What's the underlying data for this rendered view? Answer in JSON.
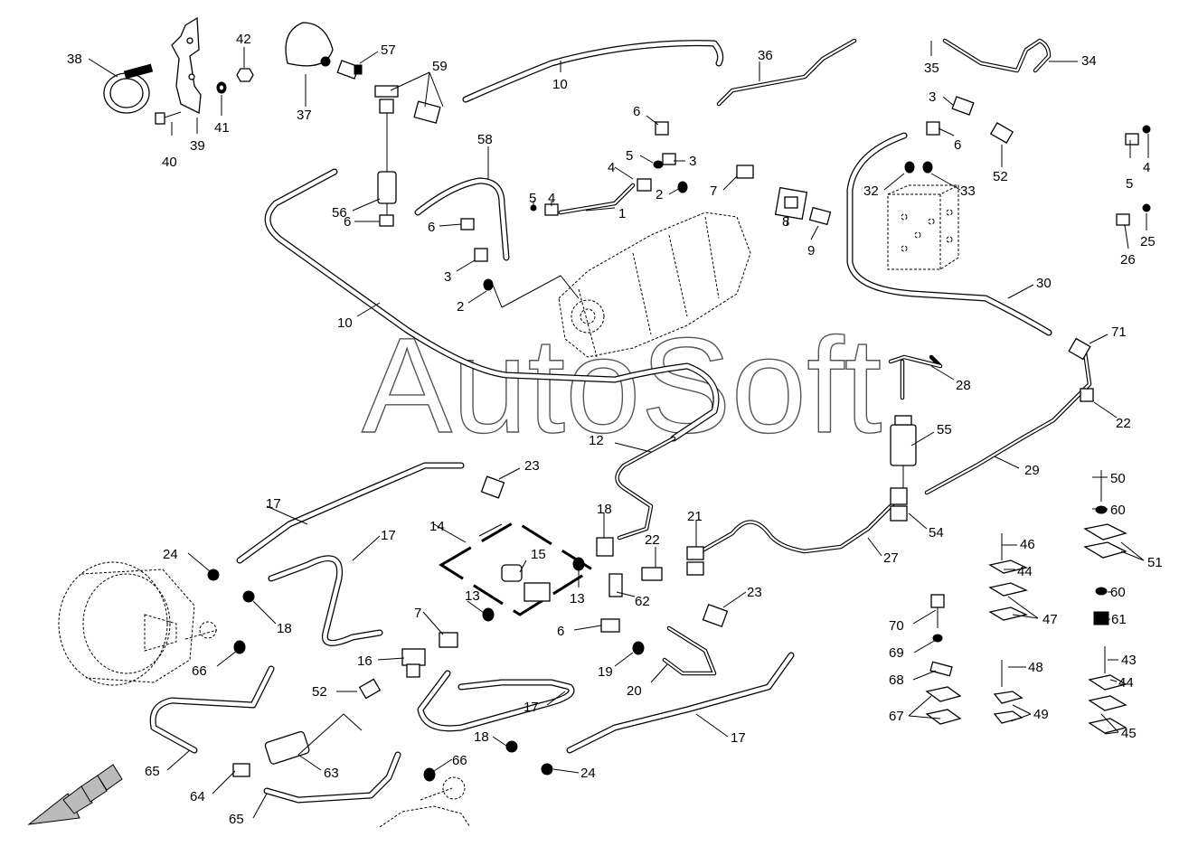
{
  "diagram": {
    "watermark": "AutoSoft",
    "callouts": [
      {
        "id": "c38",
        "text": "38"
      },
      {
        "id": "c42",
        "text": "42"
      },
      {
        "id": "c39",
        "text": "39"
      },
      {
        "id": "c41",
        "text": "41"
      },
      {
        "id": "c40",
        "text": "40"
      },
      {
        "id": "c57",
        "text": "57"
      },
      {
        "id": "c59",
        "text": "59"
      },
      {
        "id": "c37",
        "text": "37"
      },
      {
        "id": "c10a",
        "text": "10"
      },
      {
        "id": "c36",
        "text": "36"
      },
      {
        "id": "c35",
        "text": "35"
      },
      {
        "id": "c34",
        "text": "34"
      },
      {
        "id": "c3a",
        "text": "3"
      },
      {
        "id": "c6a",
        "text": "6"
      },
      {
        "id": "c52a",
        "text": "52"
      },
      {
        "id": "c5a",
        "text": "5"
      },
      {
        "id": "c4a",
        "text": "4"
      },
      {
        "id": "c6b",
        "text": "6"
      },
      {
        "id": "c5b",
        "text": "5"
      },
      {
        "id": "c3b",
        "text": "3"
      },
      {
        "id": "c4b",
        "text": "4"
      },
      {
        "id": "c2a",
        "text": "2"
      },
      {
        "id": "c7a",
        "text": "7"
      },
      {
        "id": "c32",
        "text": "32"
      },
      {
        "id": "c33",
        "text": "33"
      },
      {
        "id": "c58",
        "text": "58"
      },
      {
        "id": "c56",
        "text": "56"
      },
      {
        "id": "c5c",
        "text": "5"
      },
      {
        "id": "c4c",
        "text": "4"
      },
      {
        "id": "c1",
        "text": "1"
      },
      {
        "id": "c8",
        "text": "8"
      },
      {
        "id": "c9",
        "text": "9"
      },
      {
        "id": "c6c",
        "text": "6"
      },
      {
        "id": "c6d",
        "text": "6"
      },
      {
        "id": "c3c",
        "text": "3"
      },
      {
        "id": "c2b",
        "text": "2"
      },
      {
        "id": "c26",
        "text": "26"
      },
      {
        "id": "c25",
        "text": "25"
      },
      {
        "id": "c10b",
        "text": "10"
      },
      {
        "id": "c30",
        "text": "30"
      },
      {
        "id": "c71",
        "text": "71"
      },
      {
        "id": "c28",
        "text": "28"
      },
      {
        "id": "c22a",
        "text": "22"
      },
      {
        "id": "c55",
        "text": "55"
      },
      {
        "id": "c12",
        "text": "12"
      },
      {
        "id": "c29",
        "text": "29"
      },
      {
        "id": "c23a",
        "text": "23"
      },
      {
        "id": "c17a",
        "text": "17"
      },
      {
        "id": "c18a",
        "text": "18"
      },
      {
        "id": "c21",
        "text": "21"
      },
      {
        "id": "c54",
        "text": "54"
      },
      {
        "id": "c50",
        "text": "50"
      },
      {
        "id": "c60a",
        "text": "60"
      },
      {
        "id": "c17b",
        "text": "17"
      },
      {
        "id": "c14",
        "text": "14"
      },
      {
        "id": "c22b",
        "text": "22"
      },
      {
        "id": "c27",
        "text": "27"
      },
      {
        "id": "c46",
        "text": "46"
      },
      {
        "id": "c51",
        "text": "51"
      },
      {
        "id": "c24a",
        "text": "24"
      },
      {
        "id": "c15",
        "text": "15"
      },
      {
        "id": "c44a",
        "text": "44"
      },
      {
        "id": "c13a",
        "text": "13"
      },
      {
        "id": "c62",
        "text": "62"
      },
      {
        "id": "c23b",
        "text": "23"
      },
      {
        "id": "c60b",
        "text": "60"
      },
      {
        "id": "c18b",
        "text": "18"
      },
      {
        "id": "c7b",
        "text": "7"
      },
      {
        "id": "c13b",
        "text": "13"
      },
      {
        "id": "c47",
        "text": "47"
      },
      {
        "id": "c70",
        "text": "70"
      },
      {
        "id": "c61",
        "text": "61"
      },
      {
        "id": "c6e",
        "text": "6"
      },
      {
        "id": "c66a",
        "text": "66"
      },
      {
        "id": "c16",
        "text": "16"
      },
      {
        "id": "c19",
        "text": "19"
      },
      {
        "id": "c69",
        "text": "69"
      },
      {
        "id": "c43",
        "text": "43"
      },
      {
        "id": "c48",
        "text": "48"
      },
      {
        "id": "c44b",
        "text": "44"
      },
      {
        "id": "c52b",
        "text": "52"
      },
      {
        "id": "c20",
        "text": "20"
      },
      {
        "id": "c68",
        "text": "68"
      },
      {
        "id": "c17c",
        "text": "17"
      },
      {
        "id": "c49",
        "text": "49"
      },
      {
        "id": "c67",
        "text": "67"
      },
      {
        "id": "c45",
        "text": "45"
      },
      {
        "id": "c17d",
        "text": "17"
      },
      {
        "id": "c18c",
        "text": "18"
      },
      {
        "id": "c63",
        "text": "63"
      },
      {
        "id": "c65a",
        "text": "65"
      },
      {
        "id": "c66b",
        "text": "66"
      },
      {
        "id": "c24b",
        "text": "24"
      },
      {
        "id": "c64",
        "text": "64"
      },
      {
        "id": "c65b",
        "text": "65"
      }
    ]
  }
}
